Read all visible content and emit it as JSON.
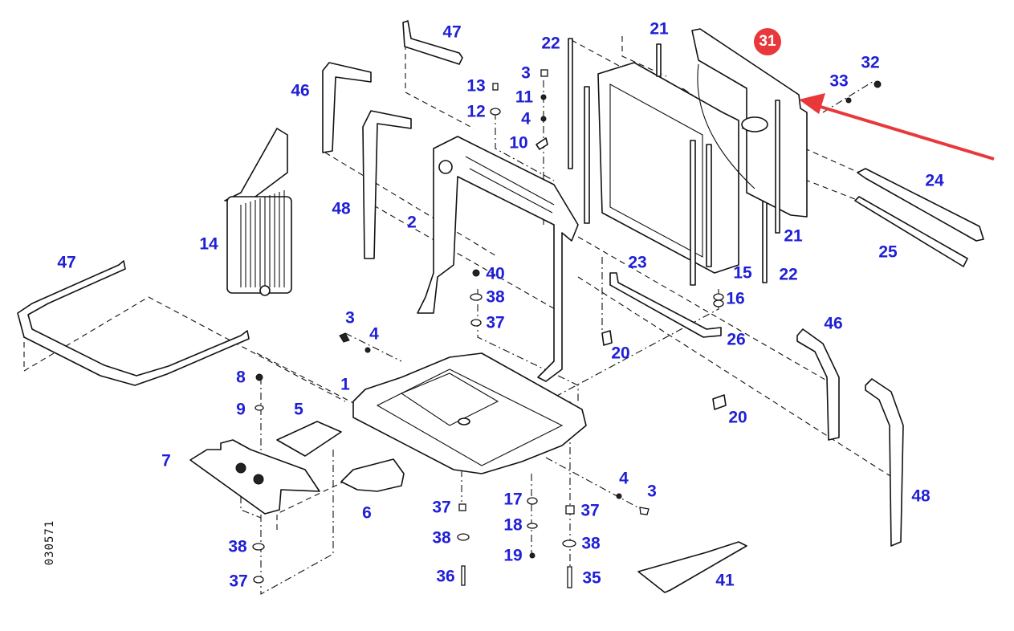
{
  "diagram": {
    "type": "exploded-parts-diagram",
    "document_number": "030571",
    "label_color": "#1f1fd6",
    "highlight_color": "#e8383b",
    "highlighted_part": {
      "label": "31",
      "note": "red arrow points to fan shroud"
    },
    "callouts": [
      {
        "id": "c47a",
        "label": "47"
      },
      {
        "id": "c46a",
        "label": "46"
      },
      {
        "id": "c48a",
        "label": "48"
      },
      {
        "id": "c2",
        "label": "2"
      },
      {
        "id": "c14",
        "label": "14"
      },
      {
        "id": "c47b",
        "label": "47"
      },
      {
        "id": "c13",
        "label": "13"
      },
      {
        "id": "c12",
        "label": "12"
      },
      {
        "id": "c3a",
        "label": "3"
      },
      {
        "id": "c11",
        "label": "11"
      },
      {
        "id": "c4a",
        "label": "4"
      },
      {
        "id": "c10",
        "label": "10"
      },
      {
        "id": "c22a",
        "label": "22"
      },
      {
        "id": "c21a",
        "label": "21"
      },
      {
        "id": "c31",
        "label": "31"
      },
      {
        "id": "c32",
        "label": "32"
      },
      {
        "id": "c33",
        "label": "33"
      },
      {
        "id": "c24",
        "label": "24"
      },
      {
        "id": "c21b",
        "label": "21"
      },
      {
        "id": "c25",
        "label": "25"
      },
      {
        "id": "c23",
        "label": "23"
      },
      {
        "id": "c15",
        "label": "15"
      },
      {
        "id": "c22b",
        "label": "22"
      },
      {
        "id": "c16",
        "label": "16"
      },
      {
        "id": "c40",
        "label": "40"
      },
      {
        "id": "c38a",
        "label": "38"
      },
      {
        "id": "c37a",
        "label": "37"
      },
      {
        "id": "c26",
        "label": "26"
      },
      {
        "id": "c20a",
        "label": "20"
      },
      {
        "id": "c46b",
        "label": "46"
      },
      {
        "id": "c3b",
        "label": "3"
      },
      {
        "id": "c4b",
        "label": "4"
      },
      {
        "id": "c1",
        "label": "1"
      },
      {
        "id": "c8",
        "label": "8"
      },
      {
        "id": "c9",
        "label": "9"
      },
      {
        "id": "c5",
        "label": "5"
      },
      {
        "id": "c20b",
        "label": "20"
      },
      {
        "id": "c7",
        "label": "7"
      },
      {
        "id": "c6",
        "label": "6"
      },
      {
        "id": "c48b",
        "label": "48"
      },
      {
        "id": "c4c",
        "label": "4"
      },
      {
        "id": "c3c",
        "label": "3"
      },
      {
        "id": "c37b",
        "label": "37"
      },
      {
        "id": "c17",
        "label": "17"
      },
      {
        "id": "c37c",
        "label": "37"
      },
      {
        "id": "c38b",
        "label": "38"
      },
      {
        "id": "c18",
        "label": "18"
      },
      {
        "id": "c38c",
        "label": "38"
      },
      {
        "id": "c38d",
        "label": "38"
      },
      {
        "id": "c19",
        "label": "19"
      },
      {
        "id": "c37d",
        "label": "37"
      },
      {
        "id": "c36",
        "label": "36"
      },
      {
        "id": "c35",
        "label": "35"
      },
      {
        "id": "c41",
        "label": "41"
      }
    ]
  }
}
